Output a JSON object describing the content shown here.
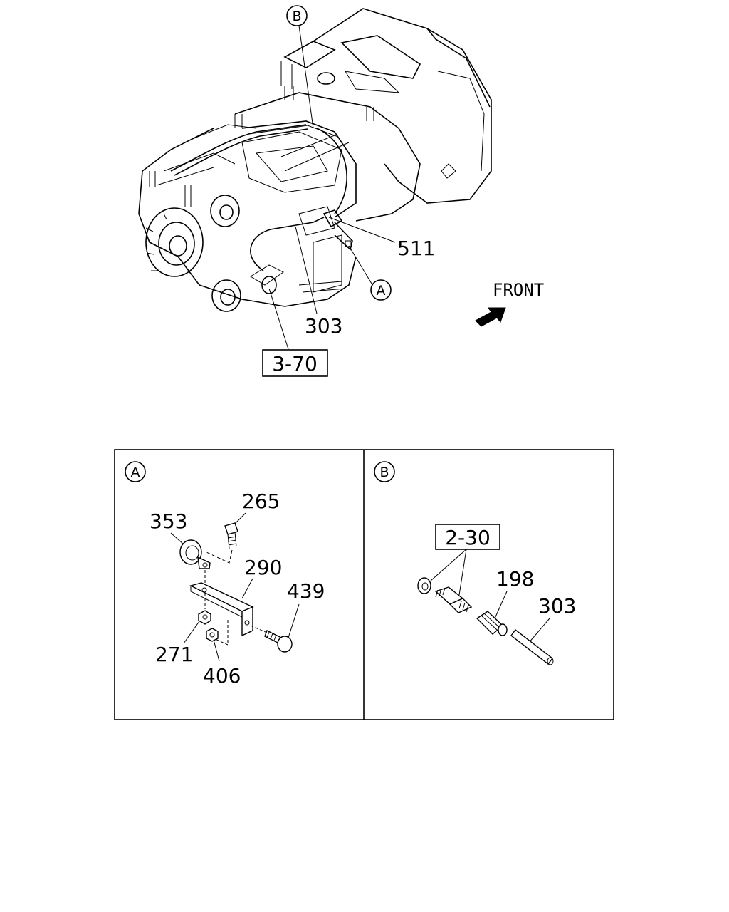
{
  "callouts": {
    "b_top": "B",
    "a_main": "A",
    "p511": "511",
    "p303_main": "303",
    "ref_3_70": "3-70",
    "front": "FRONT"
  },
  "panel_a": {
    "marker": "A",
    "p265": "265",
    "p353": "353",
    "p290": "290",
    "p439": "439",
    "p271": "271",
    "p406": "406"
  },
  "panel_b": {
    "marker": "B",
    "ref_2_30": "2-30",
    "p198": "198",
    "p303": "303"
  }
}
